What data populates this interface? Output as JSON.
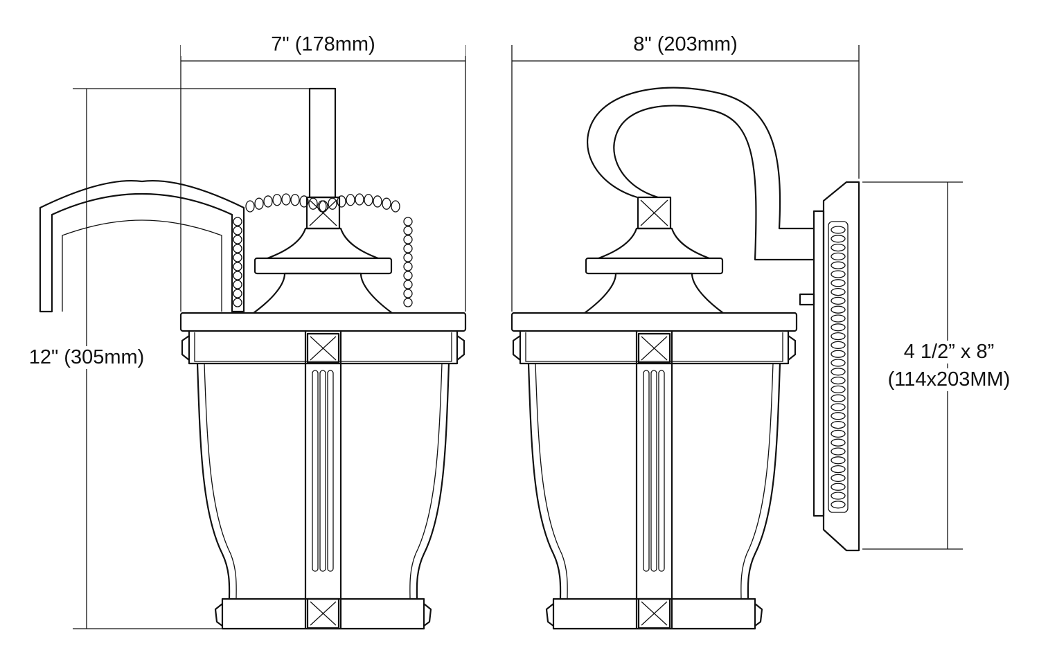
{
  "dimensions": {
    "front_width": "7\" (178mm)",
    "side_depth": "8\" (203mm)",
    "height": "12\" (305mm)",
    "backplate_size": "4 1/2” x 8”",
    "backplate_size_metric": "(114x203MM)"
  },
  "colors": {
    "line": "#111111",
    "background": "#ffffff"
  }
}
